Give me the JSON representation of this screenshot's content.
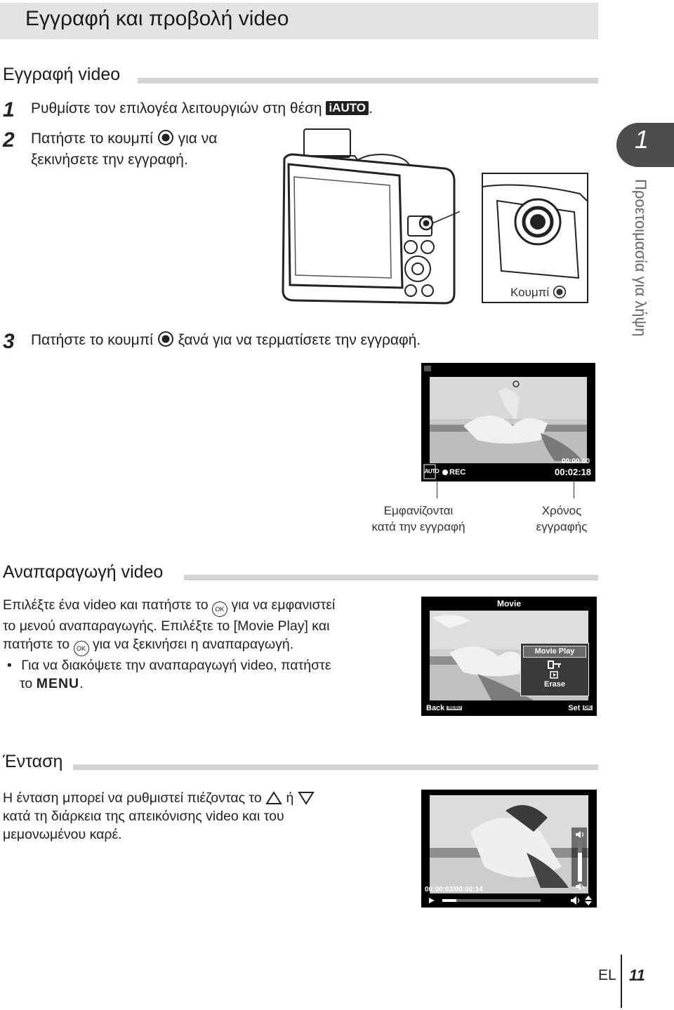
{
  "page_title": "Εγγραφή και προβολή video",
  "sections": {
    "record": {
      "heading": "Εγγραφή video",
      "step1_num": "1",
      "step1_text": "Ρυθμίστε τον επιλογέα λειτουργιών στη θέση",
      "step1_badge": "iAUTO",
      "step1_end": ".",
      "step2_num": "2",
      "step2_line1a": "Πατήστε το κουμπί",
      "step2_line1b": "για να",
      "step2_line2": "ξεκινήσετε την εγγραφή.",
      "step3_num": "3",
      "step3_a": "Πατήστε το κουμπί",
      "step3_b": "ξανά για να τερματίσετε την εγγραφή.",
      "button_caption": "Κουμπί",
      "lcd_badge": "iAUTO",
      "lcd_rec": "REC",
      "lcd_time_elapsed": "00:00:00",
      "lcd_time_remaining": "00:02:18",
      "caption_left_1": "Εμφανίζονται",
      "caption_left_2": "κατά την εγγραφή",
      "caption_right_1": "Χρόνος",
      "caption_right_2": "εγγραφής"
    },
    "playback": {
      "heading": "Αναπαραγωγή video",
      "line1a": "Επιλέξτε ένα video και πατήστε το",
      "line1b": "για να εμφανιστεί",
      "line2": "το μενού αναπαραγωγής. Επιλέξτε το [Movie Play] και",
      "line3a": "πατήστε το",
      "line3b": "για να ξεκινήσει η αναπαραγωγή.",
      "bullet": "•",
      "bullet_line1": "Για να διακόψετε την αναπαραγωγή video, πατήστε",
      "bullet_line2a": "το",
      "bullet_line2b": "MENU",
      "bullet_line2c": ".",
      "ok_label": "OK",
      "screen_title": "Movie",
      "menu_items": [
        "Movie Play",
        "Erase"
      ],
      "back_label": "Back",
      "set_label": "Set",
      "menu_key": "MENU",
      "ok_key": "OK"
    },
    "volume": {
      "heading": "Ένταση",
      "line1a": "Η ένταση μπορεί να ρυθμιστεί πιέζοντας το",
      "line1b": "ή",
      "line2": "κατά τη διάρκεια της απεικόνισης video και του",
      "line3": "μεμονωμένου καρέ.",
      "timecode": "00:00:02/00:00:14",
      "progress_fraction": 0.14,
      "volume_fraction": 0.7
    }
  },
  "side_tab": {
    "number": "1",
    "label": "Προετοιμασία για λήψη"
  },
  "footer": {
    "lang": "EL",
    "page": "11"
  }
}
